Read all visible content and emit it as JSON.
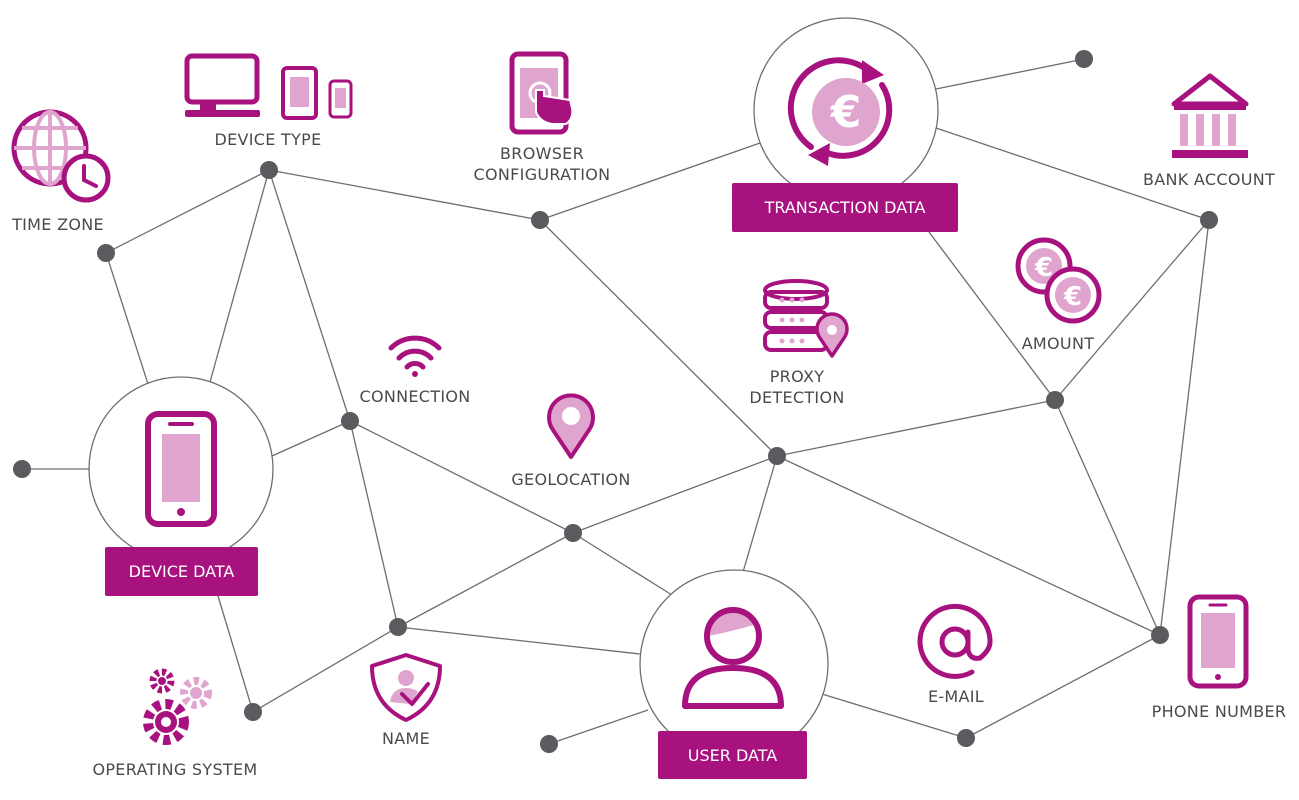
{
  "hubs": {
    "transaction": "TRANSACTION DATA",
    "device": "DEVICE DATA",
    "user": "USER DATA"
  },
  "labels": {
    "device_type": "DEVICE TYPE",
    "browser_line1": "BROWSER",
    "browser_line2": "CONFIGURATION",
    "bank_account": "BANK ACCOUNT",
    "time_zone": "TIME ZONE",
    "amount": "AMOUNT",
    "proxy_line1": "PROXY",
    "proxy_line2": "DETECTION",
    "connection": "CONNECTION",
    "geolocation": "GEOLOCATION",
    "operating_system": "OPERATING SYSTEM",
    "name": "NAME",
    "email": "E-MAIL",
    "phone_number": "PHONE NUMBER"
  },
  "icons": {
    "transaction": "euro-cycle-icon",
    "device": "smartphone-icon",
    "user": "user-icon",
    "device_type": "devices-icon",
    "browser": "touch-tablet-icon",
    "bank": "bank-icon",
    "time_zone": "globe-clock-icon",
    "amount": "coins-icon",
    "proxy": "server-location-icon",
    "connection": "wifi-icon",
    "geolocation": "location-pin-icon",
    "operating_system": "gears-icon",
    "name": "verified-user-icon",
    "email": "at-sign-icon",
    "phone": "phone-icon"
  },
  "colors": {
    "accent": "#a8127f",
    "accent_light": "#e0a5cf",
    "node": "#5a5b5e",
    "line": "#6e6e6e",
    "text": "#4a4a4a"
  }
}
